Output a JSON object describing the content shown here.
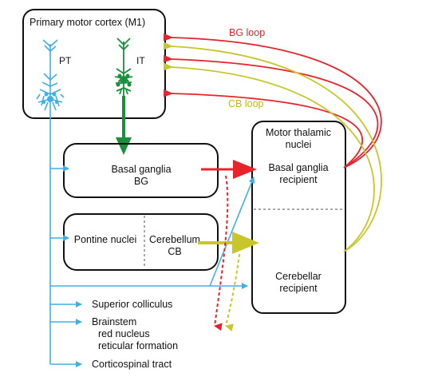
{
  "m1": {
    "title": "Primary motor cortex (M1)",
    "pt_label": "PT",
    "it_label": "IT"
  },
  "basal_ganglia": {
    "line1": "Basal ganglia",
    "line2": "BG"
  },
  "pontine": {
    "label": "Pontine nuclei"
  },
  "cerebellum": {
    "line1": "Cerebellum",
    "line2": "CB"
  },
  "thalamus": {
    "title_line1": "Motor thalamic",
    "title_line2": "nuclei",
    "bg_line1": "Basal ganglia",
    "bg_line2": "recipient",
    "cb_line1": "Cerebellar",
    "cb_line2": "recipient"
  },
  "loops": {
    "bg_loop": "BG loop",
    "cb_loop": "CB loop"
  },
  "targets": {
    "superior_colliculus": "Superior colliculus",
    "brainstem_line1": "Brainstem",
    "brainstem_line2": "red nucleus",
    "brainstem_line3": "reticular formation",
    "corticospinal": "Corticospinal tract"
  },
  "colors": {
    "pt_blue": "#3fb0e6",
    "it_green": "#1a8f3c",
    "bg_red": "#e8232b",
    "cb_yellow": "#c8c62a",
    "outline": "#111111"
  }
}
